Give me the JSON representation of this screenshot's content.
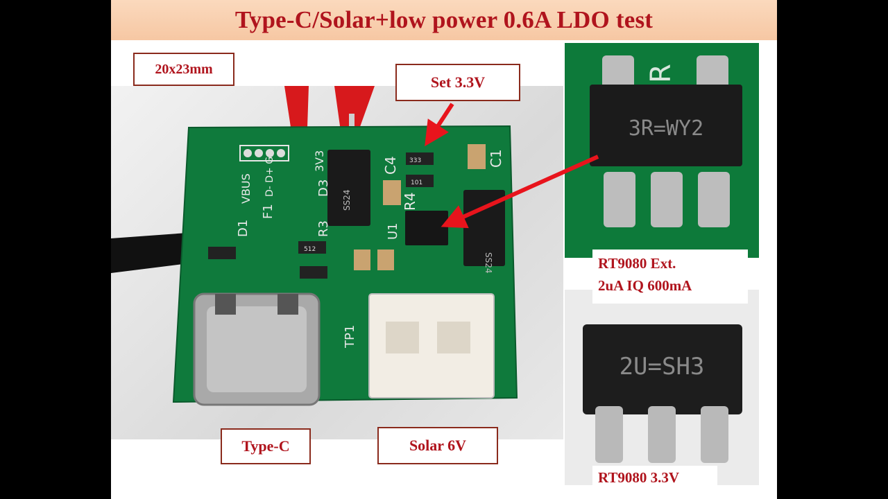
{
  "title": "Type-C/Solar+low power 0.6A LDO test",
  "labels": {
    "size": "20x23mm",
    "set_voltage": "Set 3.3V",
    "type_c": "Type-C",
    "solar": "Solar 6V",
    "chip_desc_line1": "RT9080 Ext.",
    "chip_desc_line2": "2uA IQ 600mA",
    "chip_variant": "RT9080 3.3V"
  },
  "photo_text": {
    "silk_vbus": "VBUS",
    "silk_pins": "D- D+ G",
    "silk_3v3": "3V3",
    "diode1": "SS24",
    "diode2": "SS24",
    "res_r4": "R4",
    "res_c4": "C4",
    "res_c1": "C1",
    "res_d1": "D1",
    "res_f1": "F1",
    "res_r3": "R3",
    "res_d3": "D3",
    "res_u1": "U1",
    "res_tp1": "TP1",
    "res_value1": "333",
    "res_value2": "101",
    "res_value3": "512",
    "chip_mark_top": "3R=WY2",
    "chip_mark_bottom": "2U=SH3",
    "silk_r": "R"
  },
  "colors": {
    "title_text": "#b0141d",
    "title_bg": "#f6c7a3",
    "pcb_green": "#0f7a3c",
    "arrow_red": "#e8141c",
    "label_border": "#8a2a1c"
  }
}
